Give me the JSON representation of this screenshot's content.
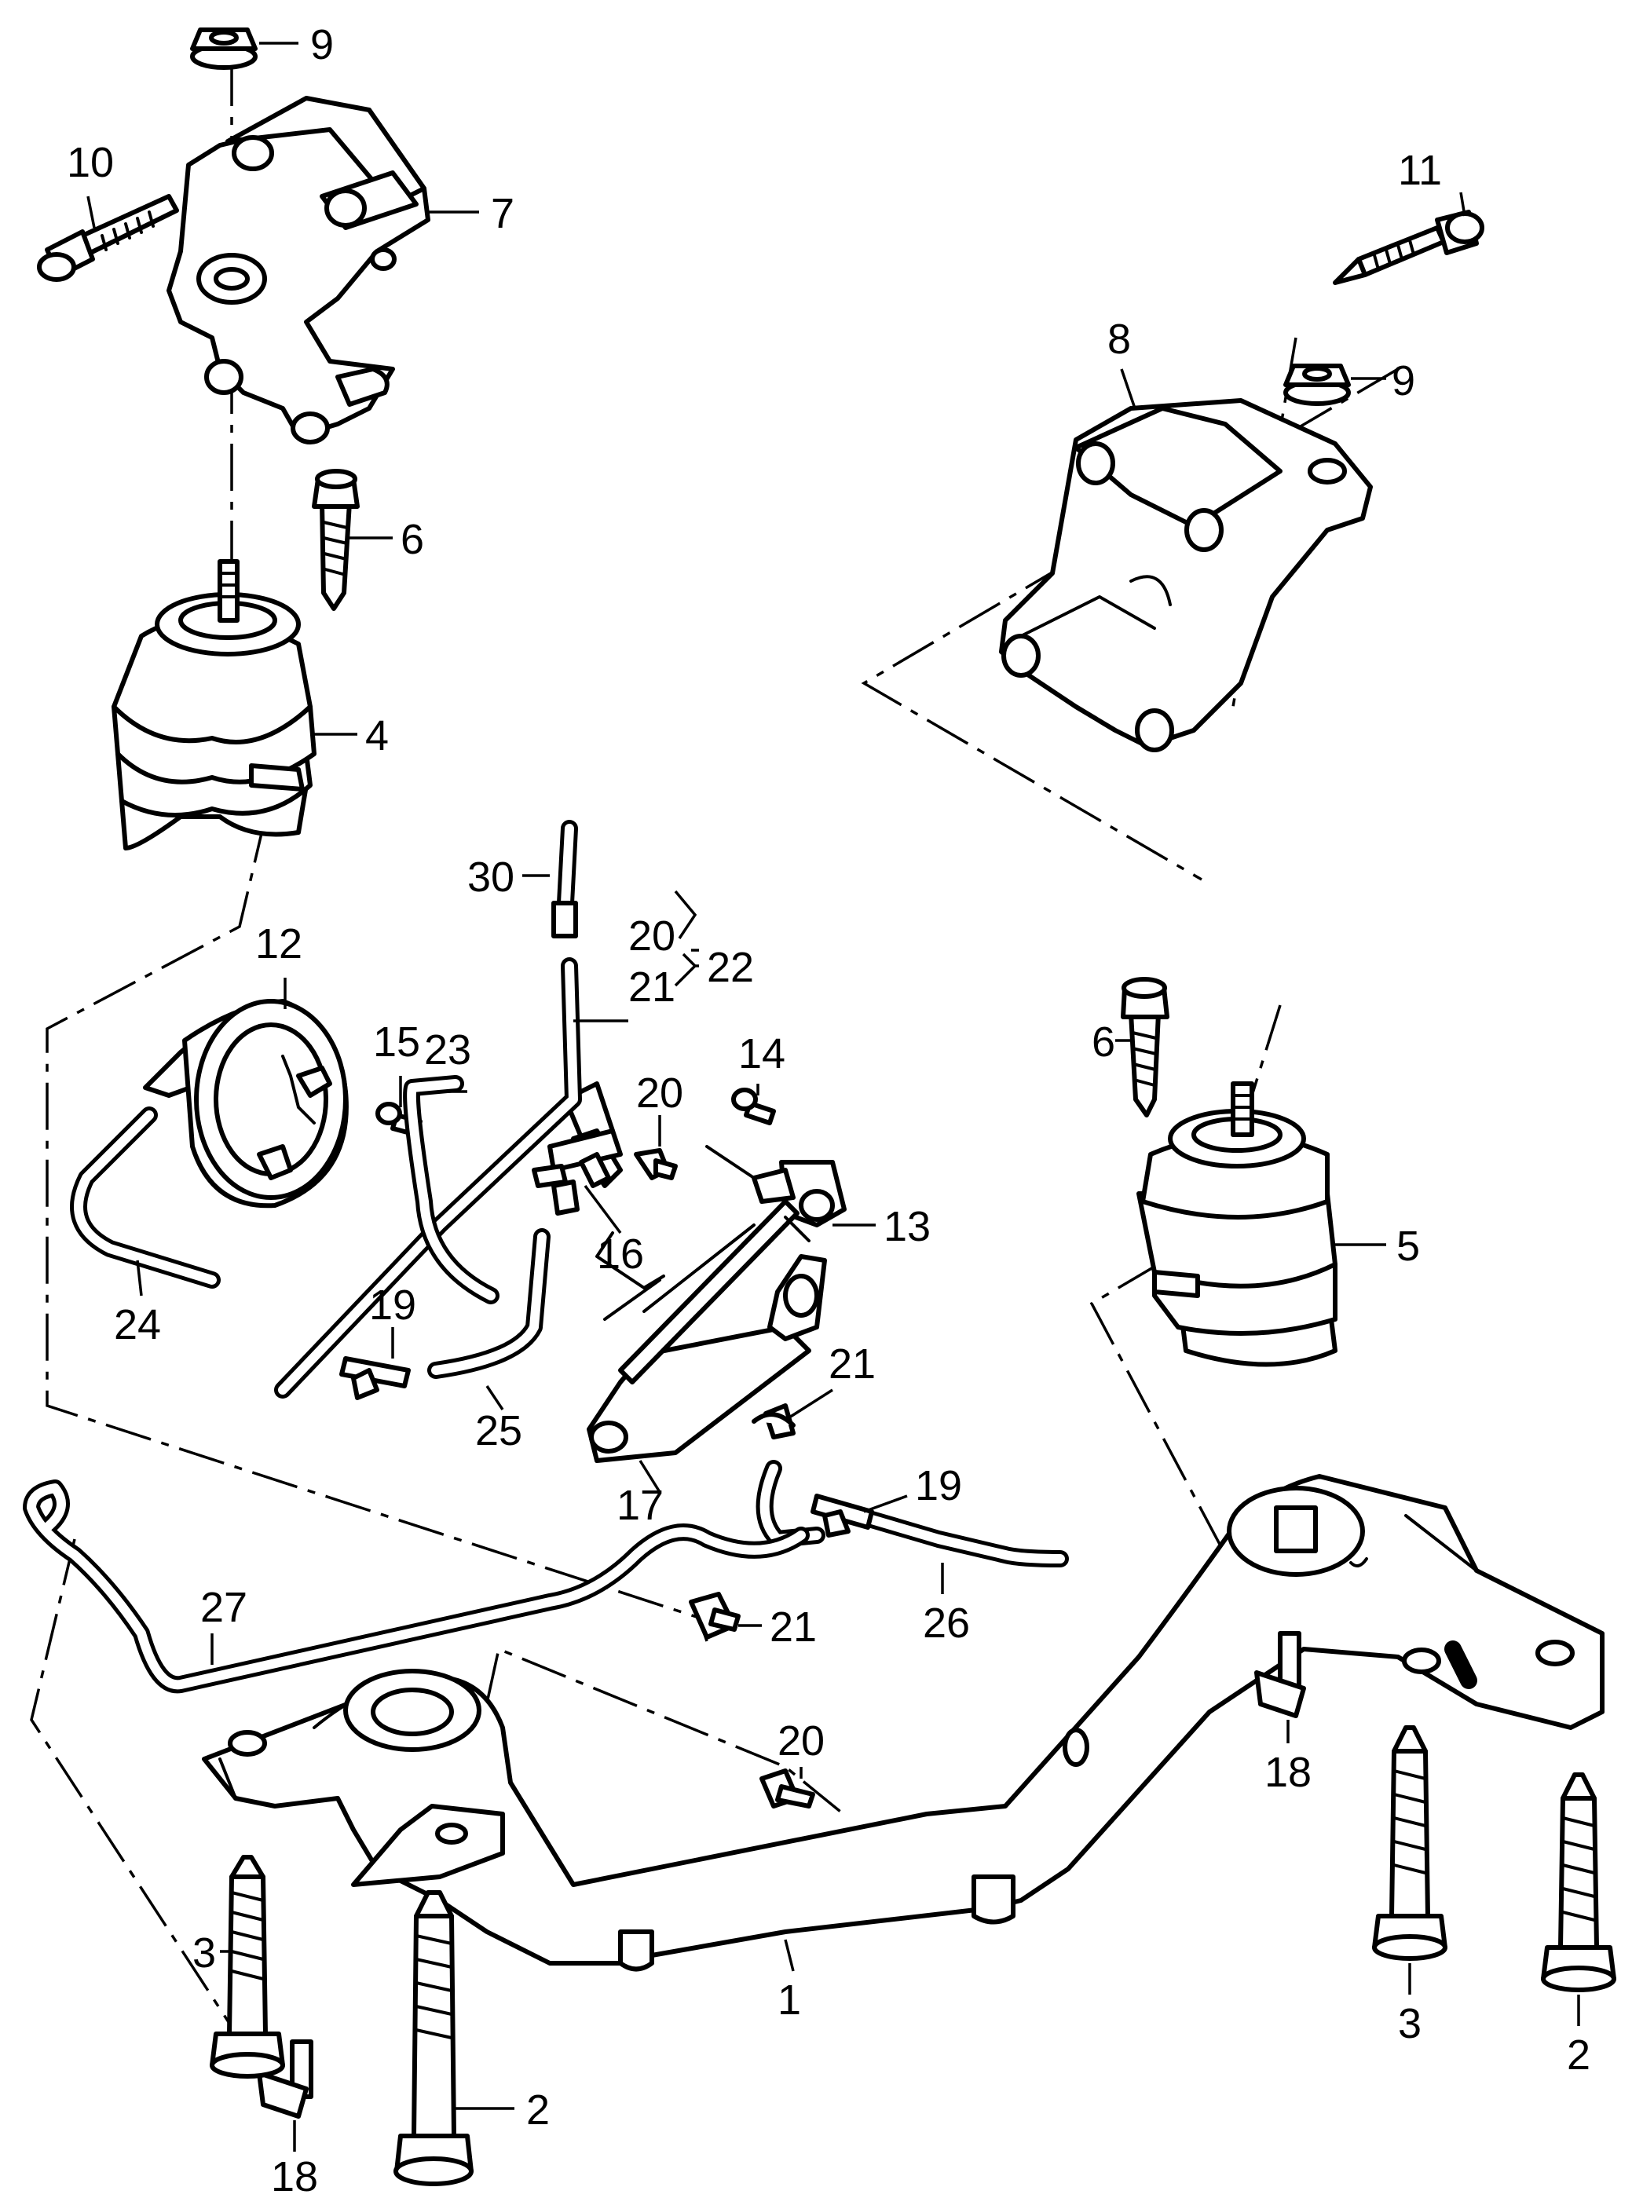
{
  "diagram": {
    "callouts": [
      {
        "id": "c9a",
        "label": "9"
      },
      {
        "id": "c10",
        "label": "10"
      },
      {
        "id": "c7",
        "label": "7"
      },
      {
        "id": "c11",
        "label": "11"
      },
      {
        "id": "c8",
        "label": "8"
      },
      {
        "id": "c9b",
        "label": "9"
      },
      {
        "id": "c6a",
        "label": "6"
      },
      {
        "id": "c4",
        "label": "4"
      },
      {
        "id": "c30",
        "label": "30"
      },
      {
        "id": "c20a",
        "label": "20"
      },
      {
        "id": "c21a",
        "label": "21"
      },
      {
        "id": "c22",
        "label": "22"
      },
      {
        "id": "c12",
        "label": "12"
      },
      {
        "id": "c15",
        "label": "15"
      },
      {
        "id": "c23",
        "label": "23"
      },
      {
        "id": "c14",
        "label": "14"
      },
      {
        "id": "c20b",
        "label": "20"
      },
      {
        "id": "c6b",
        "label": "6"
      },
      {
        "id": "c13",
        "label": "13"
      },
      {
        "id": "c16",
        "label": "16"
      },
      {
        "id": "c5",
        "label": "5"
      },
      {
        "id": "c24",
        "label": "24"
      },
      {
        "id": "c19a",
        "label": "19"
      },
      {
        "id": "c25",
        "label": "25"
      },
      {
        "id": "c21b",
        "label": "21"
      },
      {
        "id": "c17",
        "label": "17"
      },
      {
        "id": "c19b",
        "label": "19"
      },
      {
        "id": "c27",
        "label": "27"
      },
      {
        "id": "c21c",
        "label": "21"
      },
      {
        "id": "c26",
        "label": "26"
      },
      {
        "id": "c20c",
        "label": "20"
      },
      {
        "id": "c18a",
        "label": "18"
      },
      {
        "id": "c3a",
        "label": "3"
      },
      {
        "id": "c1",
        "label": "1"
      },
      {
        "id": "c2a",
        "label": "2"
      },
      {
        "id": "c3b",
        "label": "3"
      },
      {
        "id": "c2b",
        "label": "2"
      },
      {
        "id": "c18b",
        "label": "18"
      }
    ]
  }
}
